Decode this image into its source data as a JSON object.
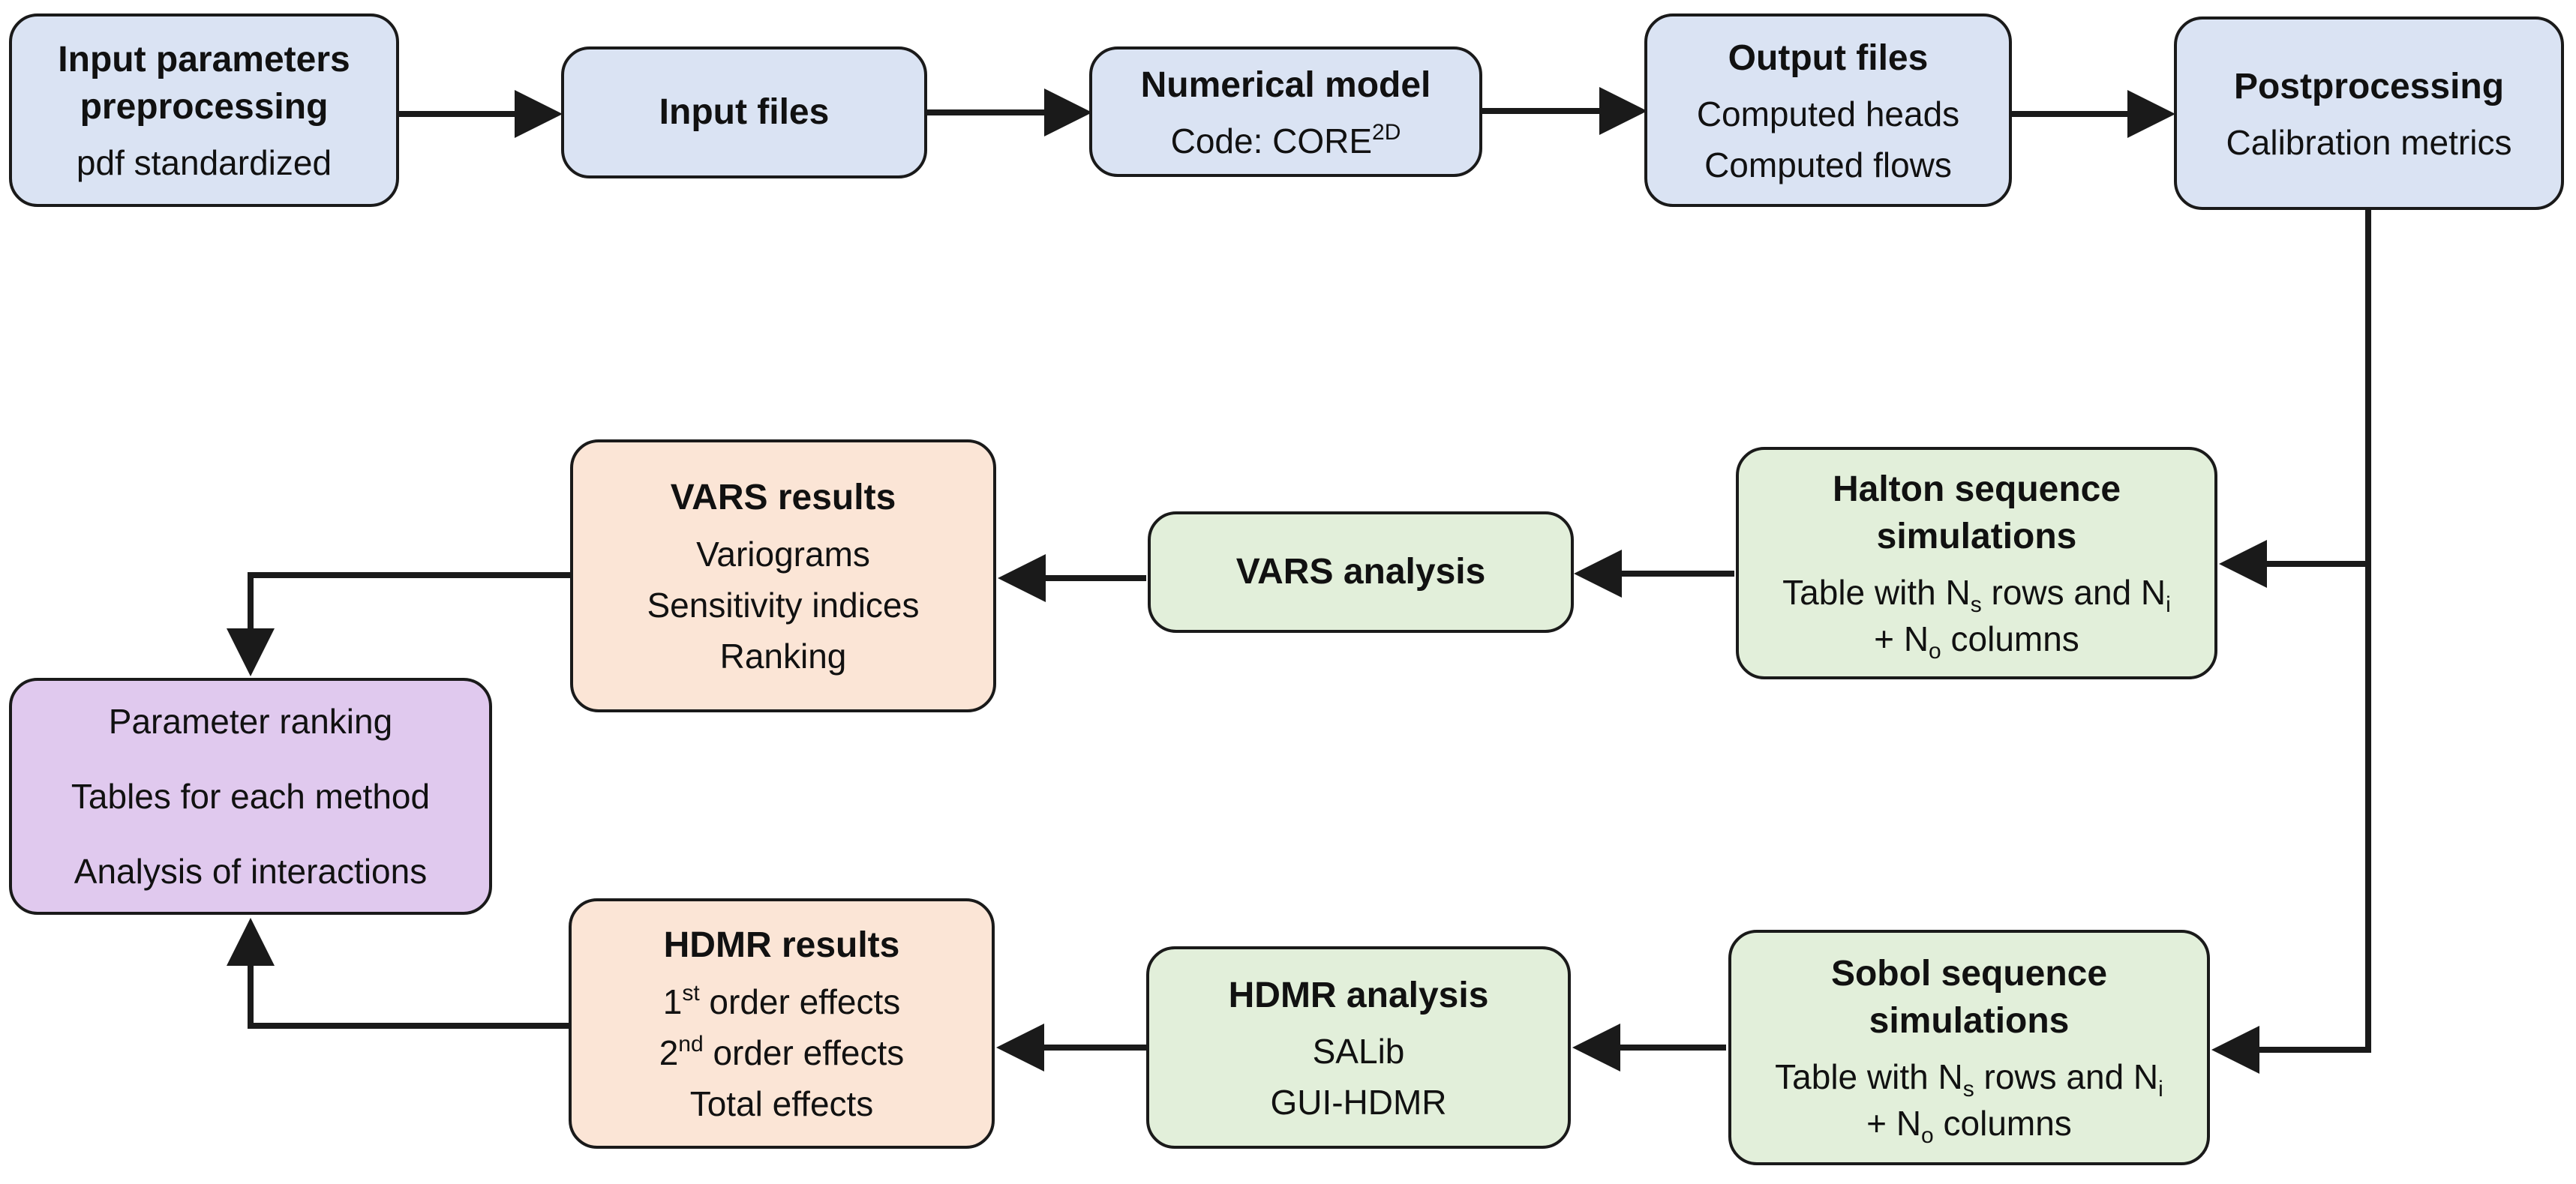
{
  "diagram": {
    "colors": {
      "preprocessing_fill": "#dae3f3",
      "simulation_fill": "#e2efda",
      "results_fill": "#fbe5d6",
      "summary_fill": "#e0c9ee",
      "stroke": "#1a1a1a"
    },
    "nodes": {
      "input_params": {
        "title": "Input parameters preprocessing",
        "line1": "pdf standardized"
      },
      "input_files": {
        "title": "Input files"
      },
      "numerical_model": {
        "title": "Numerical model",
        "code_prefix": "Code: CORE",
        "code_sup": "2D"
      },
      "output_files": {
        "title": "Output files",
        "line1": "Computed heads",
        "line2": "Computed flows"
      },
      "postprocessing": {
        "title": "Postprocessing",
        "line1": "Calibration metrics"
      },
      "halton": {
        "title": "Halton sequence simulations",
        "t1": "Table with N",
        "s1": "s",
        "t2": " rows and N",
        "s2": "i",
        "t3": "+ N",
        "s3": "o",
        "t4": " columns"
      },
      "vars_analysis": {
        "title": "VARS analysis"
      },
      "vars_results": {
        "title": "VARS results",
        "line1": "Variograms",
        "line2": "Sensitivity indices",
        "line3": "Ranking"
      },
      "summary": {
        "line1": "Parameter ranking",
        "line2": "Tables for each method",
        "line3": "Analysis of interactions"
      },
      "sobol": {
        "title": "Sobol sequence simulations",
        "t1": "Table with N",
        "s1": "s",
        "t2": " rows and N",
        "s2": "i",
        "t3": "+ N",
        "s3": "o",
        "t4": " columns"
      },
      "hdmr_analysis": {
        "title": "HDMR analysis",
        "line1": "SALib",
        "line2": "GUI-HDMR"
      },
      "hdmr_results": {
        "title": "HDMR results",
        "l1_num": "1",
        "l1_sup": "st",
        "l1_rest": " order effects",
        "l2_num": "2",
        "l2_sup": "nd",
        "l2_rest": " order effects",
        "line3": "Total effects"
      }
    }
  }
}
